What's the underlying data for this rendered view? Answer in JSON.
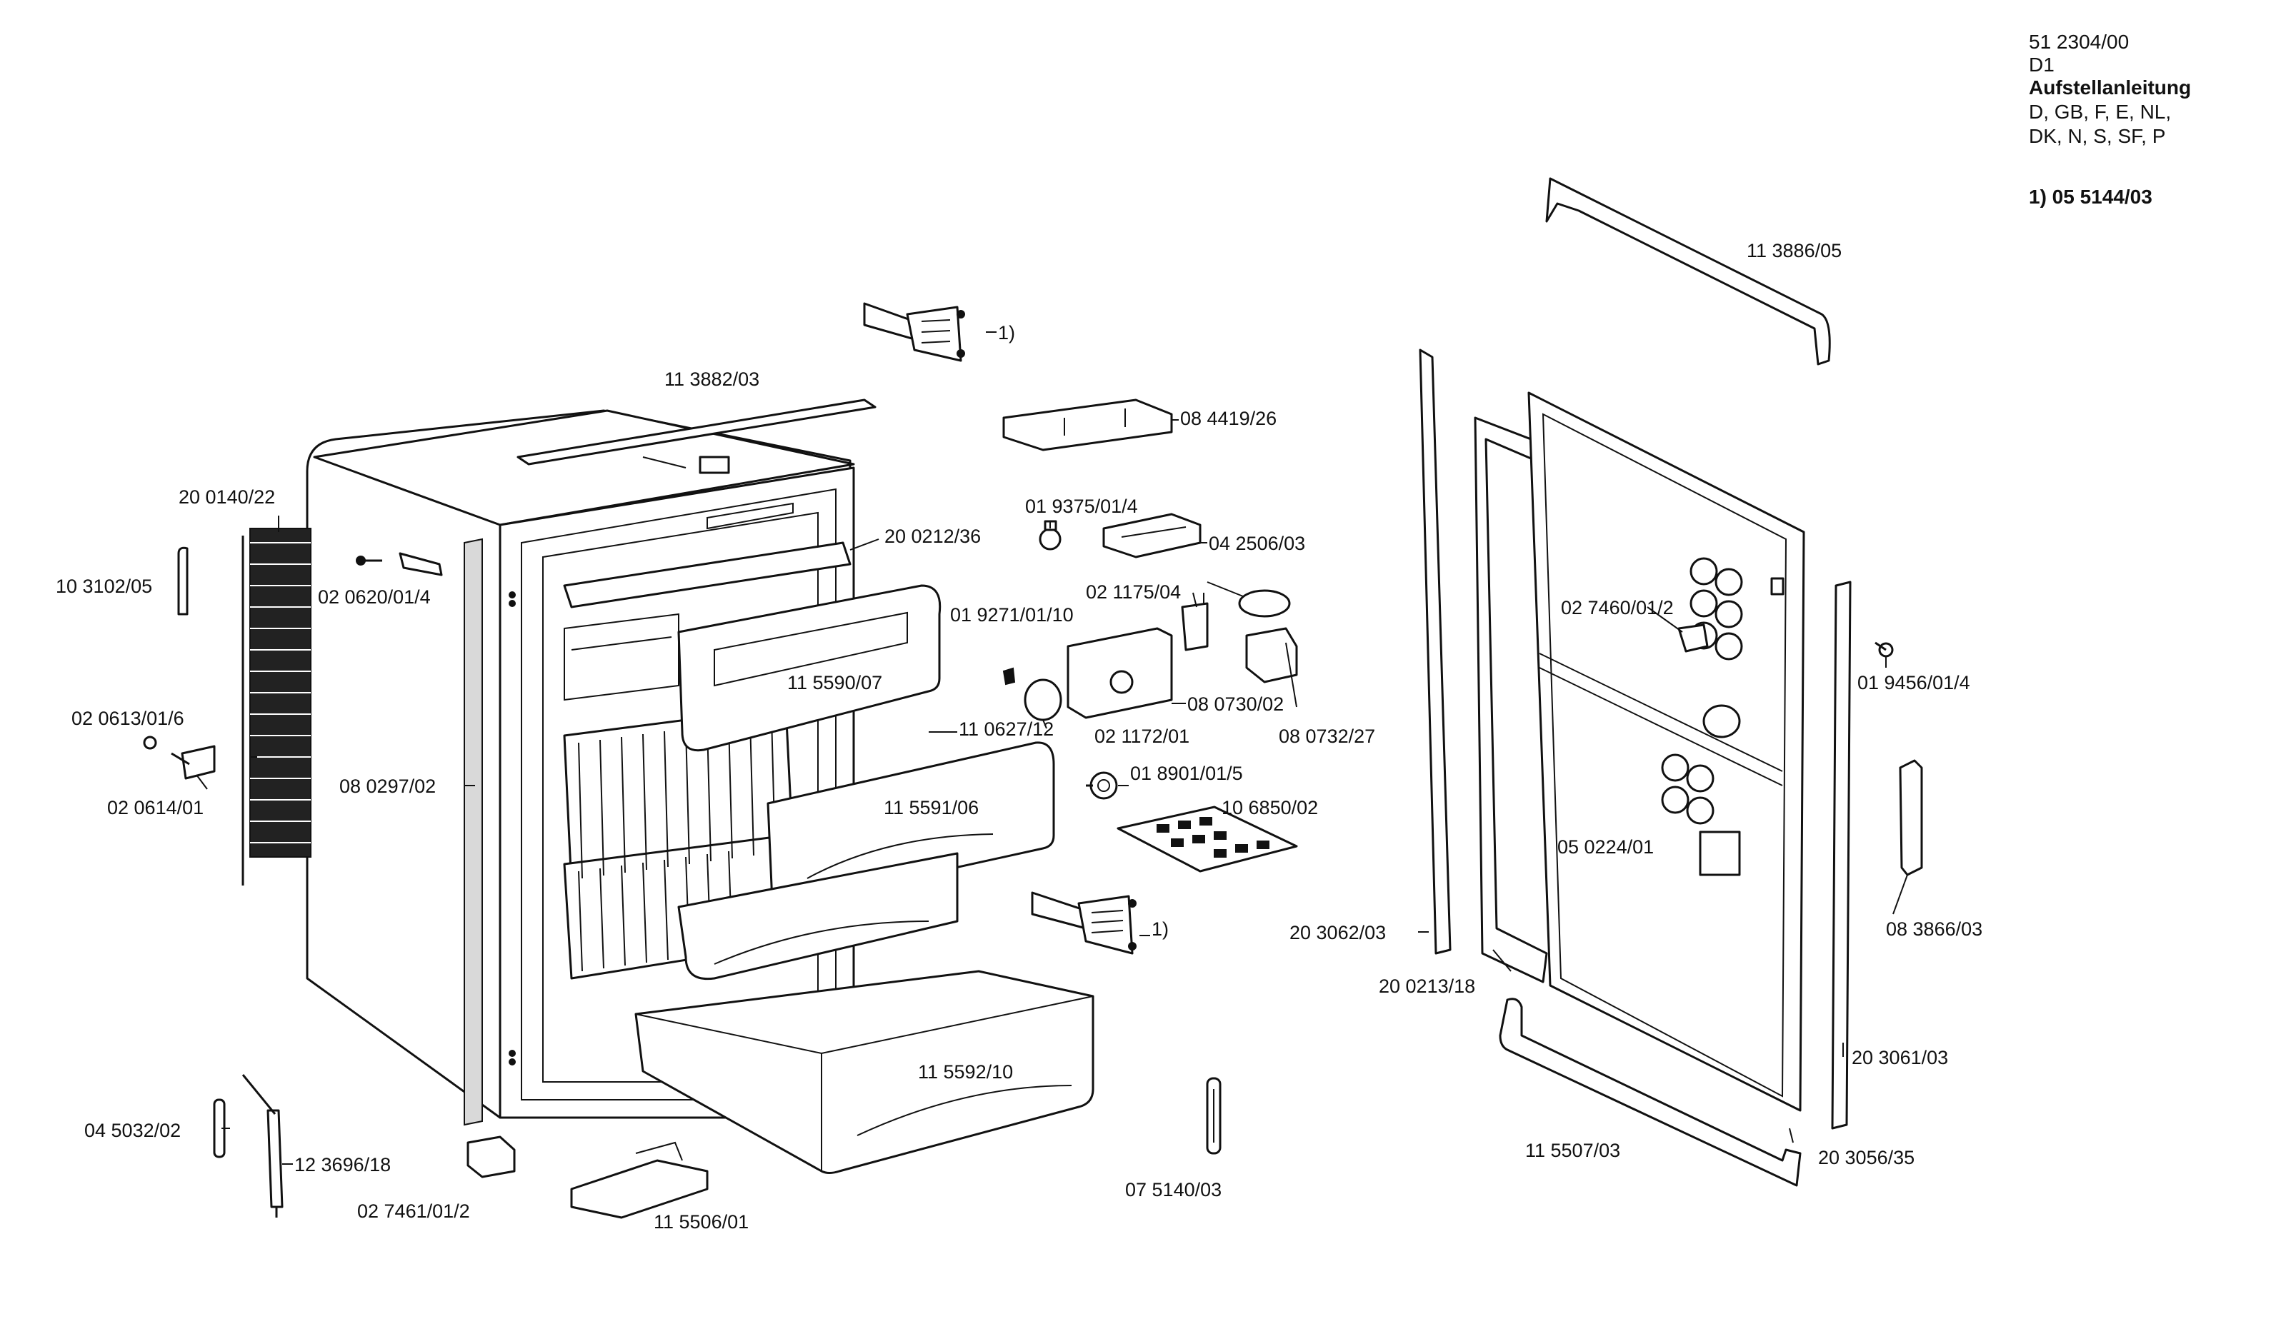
{
  "header": {
    "line1": "51 2304/00",
    "line2": "D1",
    "line3": "Aufstellanleitung",
    "line4": "D, GB, F, E, NL,",
    "line5": "DK, N, S, SF, P",
    "note": "1) 05 5144/03"
  },
  "labels": {
    "l_113886": "11 3886/05",
    "l_113882": "11 3882/03",
    "l_hinge_top": "1)",
    "l_084419": "08 4419/26",
    "l_200140": "20 0140/22",
    "l_103102": "10 3102/05",
    "l_020620": "02 0620/01/4",
    "l_200212": "20 0212/36",
    "l_019375": "01 9375/01/4",
    "l_042506": "04 2506/03",
    "l_021175": "02 1175/04",
    "l_019271": "01 9271/01/10",
    "l_115590": "11 5590/07",
    "l_020613": "02 0613/01/6",
    "l_020614": "02 0614/01",
    "l_080730": "08 0730/02",
    "l_080732": "08 0732/27",
    "l_021172": "02 1172/01",
    "l_110627": "11 0627/12",
    "l_080297": "08 0297/02",
    "l_018901": "01 8901/01/5",
    "l_115591": "11 5591/06",
    "l_106850": "10 6850/02",
    "l_hinge_mid": "1)",
    "l_027460": "02 7460/01/2",
    "l_019456": "01 9456/01/4",
    "l_050224": "05 0224/01",
    "l_083866": "08 3866/03",
    "l_203062": "20 3062/03",
    "l_200213": "20 0213/18",
    "l_203061": "20 3061/03",
    "l_115592": "11 5592/10",
    "l_045032": "04 5032/02",
    "l_123696": "12 3696/18",
    "l_027461": "02 7461/01/2",
    "l_115506": "11 5506/01",
    "l_075140": "07 5140/03",
    "l_115507": "11 5507/03",
    "l_203056": "20 3056/35"
  }
}
